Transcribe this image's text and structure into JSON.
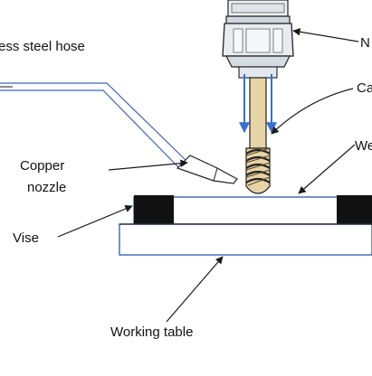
{
  "labels": {
    "hose": "ess steel hose",
    "nozzle": "Copper",
    "nozzle_2": "nozzle",
    "vise": "Vise",
    "table": "Working table",
    "spindle": "N",
    "tool": "Ca",
    "workpiece": "We"
  },
  "colors": {
    "outline": "#1a1a1a",
    "blue_edge": "#3b63b8",
    "coolant_arrow": "#3a6fd0",
    "tool_fill": "#e6d3a6",
    "vise_block": "#111111",
    "holder_light": "#e9edf2",
    "holder_mid": "#c9d0d9"
  },
  "icons": {
    "end_mill": "end-mill-cutter",
    "tool_holder": "tool-holder-chuck"
  }
}
